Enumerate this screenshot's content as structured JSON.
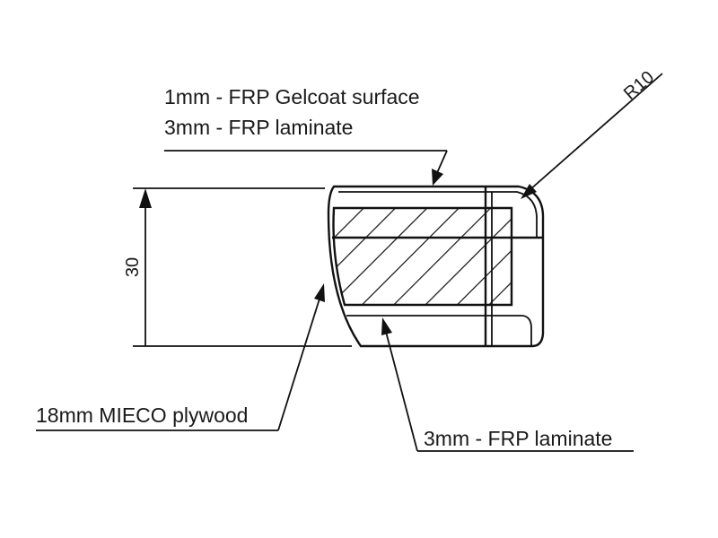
{
  "labels": {
    "gelcoat": "1mm - FRP Gelcoat surface",
    "laminate_top": "3mm - FRP laminate",
    "plywood": "18mm MIECO plywood",
    "laminate_bottom": "3mm - FRP laminate",
    "radius": "R10",
    "height": "30"
  }
}
